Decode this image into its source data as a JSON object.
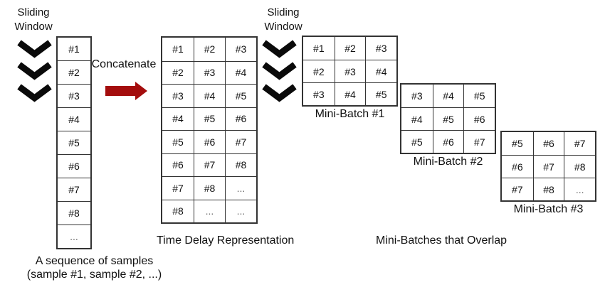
{
  "colors": {
    "arrow": "#a40d0d",
    "border": "#333333",
    "text": "#111111"
  },
  "labels": {
    "sliding_window_left": [
      "Sliding",
      "Window"
    ],
    "sliding_window_right": [
      "Sliding",
      "Window"
    ],
    "concatenate": "Concatenate",
    "tdr_caption": "Time Delay Representation",
    "overlap_caption": "Mini-Batches that Overlap",
    "sequence_caption_line1": "A sequence of samples",
    "sequence_caption_line2": "(sample #1, sample #2, ...)"
  },
  "sequence_column": {
    "cells": [
      "#1",
      "#2",
      "#3",
      "#4",
      "#5",
      "#6",
      "#7",
      "#8",
      "..."
    ]
  },
  "time_delay_table": {
    "rows": [
      [
        "#1",
        "#2",
        "#3"
      ],
      [
        "#2",
        "#3",
        "#4"
      ],
      [
        "#3",
        "#4",
        "#5"
      ],
      [
        "#4",
        "#5",
        "#6"
      ],
      [
        "#5",
        "#6",
        "#7"
      ],
      [
        "#6",
        "#7",
        "#8"
      ],
      [
        "#7",
        "#8",
        "..."
      ],
      [
        "#8",
        "...",
        "..."
      ]
    ]
  },
  "mini_batches": [
    {
      "label": "Mini-Batch #1",
      "rows": [
        [
          "#1",
          "#2",
          "#3"
        ],
        [
          "#2",
          "#3",
          "#4"
        ],
        [
          "#3",
          "#4",
          "#5"
        ]
      ]
    },
    {
      "label": "Mini-Batch #2",
      "rows": [
        [
          "#3",
          "#4",
          "#5"
        ],
        [
          "#4",
          "#5",
          "#6"
        ],
        [
          "#5",
          "#6",
          "#7"
        ]
      ]
    },
    {
      "label": "Mini-Batch #3",
      "rows": [
        [
          "#5",
          "#6",
          "#7"
        ],
        [
          "#6",
          "#7",
          "#8"
        ],
        [
          "#7",
          "#8",
          "..."
        ]
      ]
    }
  ]
}
